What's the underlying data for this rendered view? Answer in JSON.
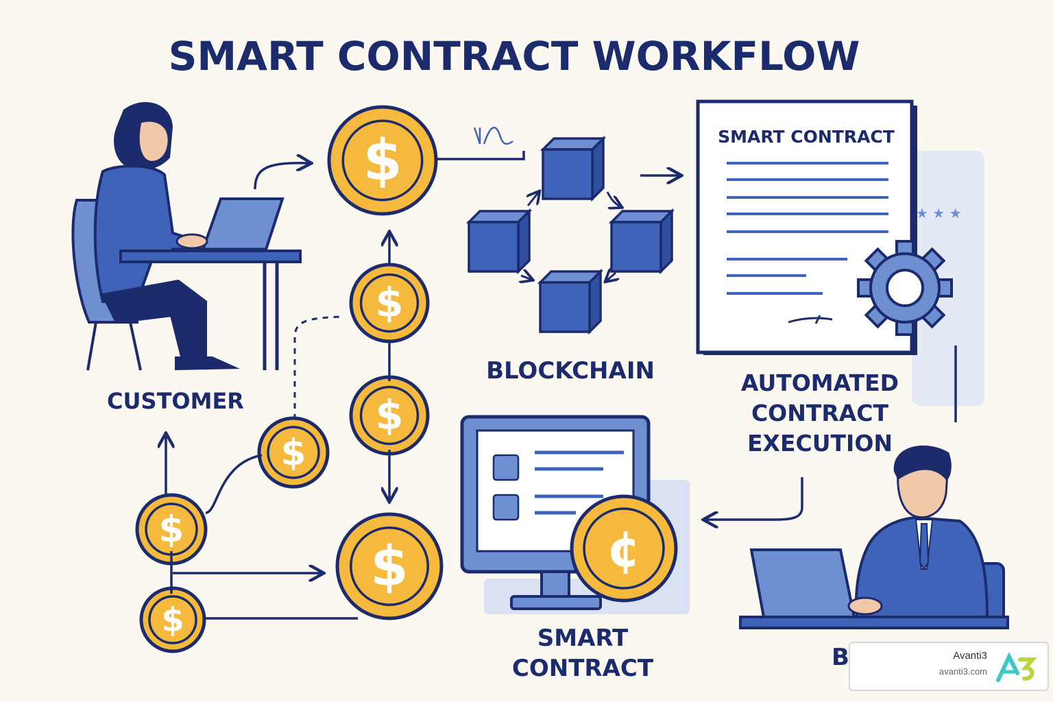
{
  "title": "SMART CONTRACT WORKFLOW",
  "labels": {
    "customer": "CUSTOMER",
    "blockchain": "BLOCKCHAIN",
    "automated": [
      "AUTOMATED",
      "CONTRACT",
      "EXECUTION"
    ],
    "smart_contract": [
      "SMART",
      "CONTRACT"
    ],
    "business_partial": "B"
  },
  "document": {
    "heading": "SMART CONTRACT"
  },
  "coins": {
    "dollar": "$",
    "cent": "¢"
  },
  "watermark": {
    "name": "Avanti3",
    "url": "avanti3.com",
    "logo_text": "A3"
  },
  "colors": {
    "navy": "#1c2b6b",
    "blue": "#3e63b8",
    "light_blue": "#6f8fd3",
    "gold": "#f5b93e",
    "gold_dark": "#1c2b6b",
    "background": "#fbf8f1"
  }
}
